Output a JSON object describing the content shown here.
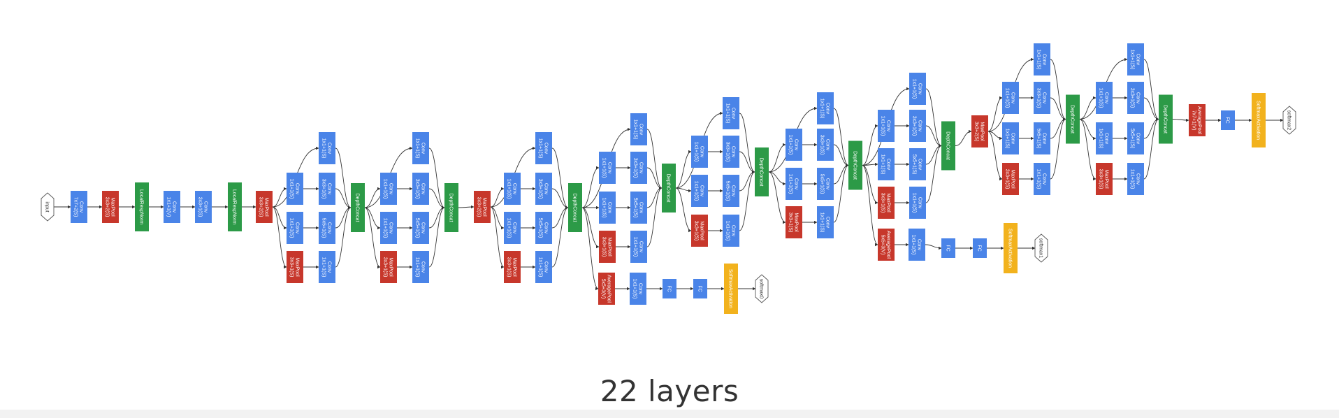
{
  "caption": "22 layers",
  "colors": {
    "conv": "#4a84e8",
    "pool": "#c7372b",
    "concat": "#2c9a47",
    "softmax": "#f2b21d",
    "io": "#ffffff"
  },
  "labels": {
    "input": "input",
    "conv7": "Conv\n7x7+2(S)",
    "maxpool3s": "MaxPool\n3x3+2(S)",
    "lrn": "LocalRespNorm",
    "conv1v": "Conv\n1x1+1(V)",
    "conv3s": "Conv\n3x3+1(S)",
    "conv1s": "Conv\n1x1+1(S)",
    "conv5s": "Conv\n5x5+1(S)",
    "maxpool1s": "MaxPool\n3x3+1(S)",
    "concat": "DepthConcat",
    "avgpool5v": "AveragePool\n5x5+3(V)",
    "avgpool7v": "AveragePool\n7x7+1(V)",
    "fc": "FC",
    "softmaxact": "SoftmaxActivation",
    "softmax0": "softmax0",
    "softmax1": "softmax1",
    "softmax2": "softmax2"
  }
}
